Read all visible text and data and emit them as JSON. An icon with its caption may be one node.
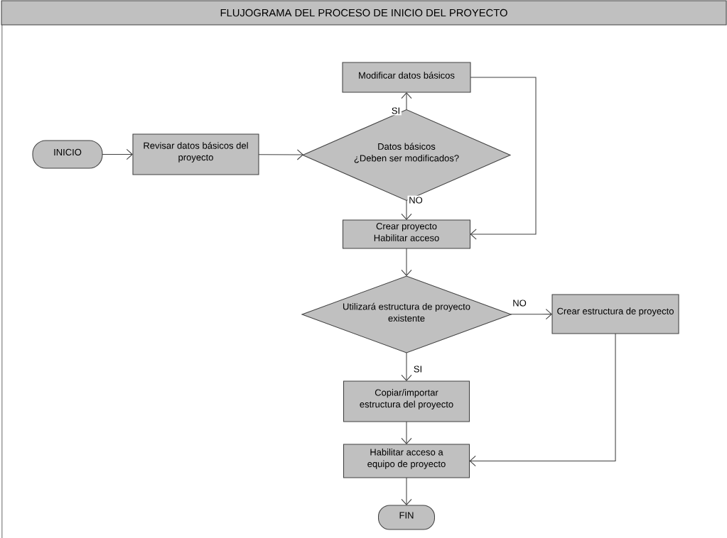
{
  "diagram": {
    "title": "FLUJOGRAMA DEL PROCESO DE INICIO DEL PROYECTO",
    "nodes": [
      {
        "text": [
          "INICIO"
        ]
      },
      {
        "text": [
          "Revisar datos básicos del proyecto"
        ]
      },
      {
        "text": [
          "Datos básicos ¿Deben ser modificados?"
        ]
      },
      {
        "text": [
          "Modificar datos básicos"
        ]
      },
      {
        "text": [
          "Crear proyecto Habilitar acceso"
        ]
      },
      {
        "text": [
          "Utilizará estructura de proyecto existente"
        ]
      },
      {
        "text": [
          "Crear estructura de proyecto"
        ]
      },
      {
        "text": [
          "Copiar/importar estructura del proyecto"
        ]
      },
      {
        "text": [
          "Habilitar acceso a equipo de proyecto"
        ]
      },
      {
        "text": [
          "FIN"
        ]
      }
    ],
    "edges": [
      {
        "from": 0,
        "to": 1,
        "arrow": "to"
      },
      {
        "from": 1,
        "to": 2,
        "arrow": "to"
      },
      {
        "from": 2,
        "to": 3,
        "arrow": "to",
        "label": "SI"
      },
      {
        "from": 3,
        "to": 4,
        "arrow": "to"
      },
      {
        "from": 2,
        "to": 4,
        "arrow": "to",
        "label": "NO"
      },
      {
        "from": 4,
        "to": 5,
        "arrow": "to"
      },
      {
        "from": 5,
        "to": 6,
        "arrow": "to",
        "label": "NO"
      },
      {
        "from": 5,
        "to": 7,
        "arrow": "to",
        "label": "SI"
      },
      {
        "from": 6,
        "to": 8,
        "arrow": "to"
      },
      {
        "from": 7,
        "to": 8,
        "arrow": "to"
      },
      {
        "from": 8,
        "to": 9,
        "arrow": "to"
      }
    ]
  }
}
